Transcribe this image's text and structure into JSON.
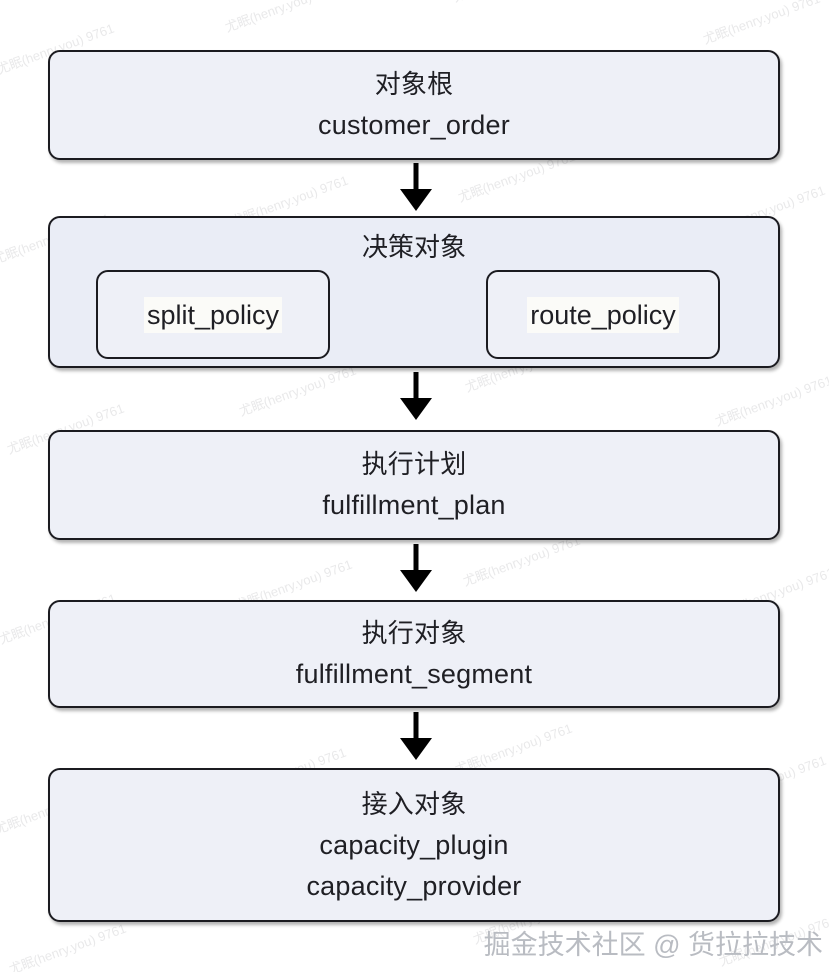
{
  "diagram": {
    "type": "flowchart",
    "direction": "top-to-bottom",
    "nodes": [
      {
        "id": "object-root",
        "title": "对象根",
        "subtitle": "customer_order"
      },
      {
        "id": "decision-object",
        "title": "决策对象",
        "children": [
          {
            "id": "split-policy",
            "label": "split_policy"
          },
          {
            "id": "route-policy",
            "label": "route_policy"
          }
        ]
      },
      {
        "id": "execution-plan",
        "title": "执行计划",
        "subtitle": "fulfillment_plan"
      },
      {
        "id": "execution-object",
        "title": "执行对象",
        "subtitle": "fulfillment_segment"
      },
      {
        "id": "access-object",
        "title": "接入对象",
        "subtitle": "capacity_plugin",
        "subtitle2": "capacity_provider"
      }
    ],
    "edges": [
      {
        "from": "object-root",
        "to": "decision-object"
      },
      {
        "from": "decision-object",
        "to": "execution-plan"
      },
      {
        "from": "execution-plan",
        "to": "execution-object"
      },
      {
        "from": "execution-object",
        "to": "access-object"
      }
    ]
  },
  "watermarks": {
    "credit": "掘金技术社区 @ 货拉拉技术",
    "tile": "尤眠(henry.you) 9761"
  },
  "colors": {
    "node_fill": "#eef0f7",
    "group_fill": "#eaedf6",
    "border": "#1b1b20",
    "text": "#1f1f24",
    "chip_bg": "#fbfbf8",
    "credit": "#b9bcc2",
    "background": "#ffffff"
  }
}
